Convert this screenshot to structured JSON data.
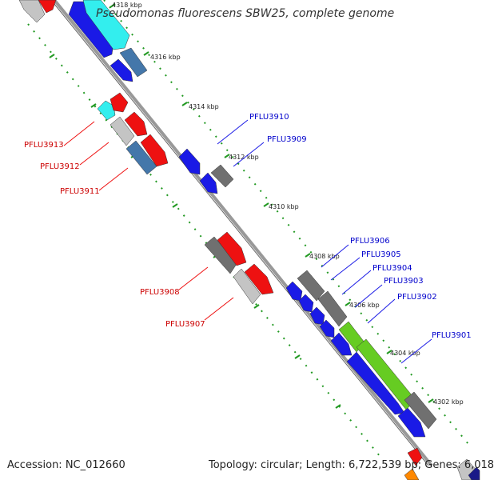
{
  "title": "Pseudomonas fluorescens SBW25, complete genome",
  "footer": {
    "accession": "Accession: NC_012660",
    "summary": "Topology: circular; Length: 6,722,539 bp; Genes: 6,018"
  },
  "scale_labels": [
    "4318 kbp",
    "4316 kbp",
    "4314 kbp",
    "4312 kbp",
    "4310 kbp",
    "4308 kbp",
    "4306 kbp",
    "4304 kbp",
    "4302 kbp"
  ],
  "gene_labels": {
    "forward": [
      "PFLU3910",
      "PFLU3909",
      "PFLU3906",
      "PFLU3905",
      "PFLU3904",
      "PFLU3903",
      "PFLU3902",
      "PFLU3901"
    ],
    "reverse": [
      "PFLU3913",
      "PFLU3912",
      "PFLU3911",
      "PFLU3908",
      "PFLU3907"
    ]
  },
  "colors": {
    "forward_gene": "#1a1ae6",
    "reverse_gene": "#ee1111",
    "forward_label": "#0000cc",
    "reverse_label": "#cc0000",
    "cyan_gene": "#33eeee",
    "steel_gene": "#4477aa",
    "gray_gene": "#707070",
    "lightgray_gene": "#c4c4c4",
    "green_gene": "#66cc22",
    "backbone": "#888888",
    "scale_tick": "#229922"
  }
}
